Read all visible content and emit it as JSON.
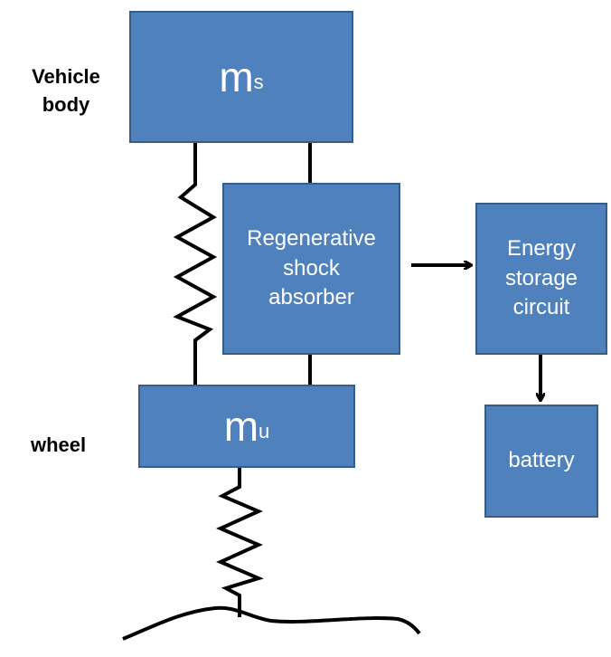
{
  "labels": {
    "vehicle_body_line1": "Vehicle",
    "vehicle_body_line2": "body",
    "wheel": "wheel"
  },
  "blocks": {
    "sprung_mass": {
      "symbol": "m",
      "subscript": "s"
    },
    "unsprung_mass": {
      "symbol": "m",
      "subscript": "u"
    },
    "shock_absorber": "Regenerative\nshock\nabsorber",
    "energy_storage": "Energy\nstorage\ncircuit",
    "battery": "battery"
  },
  "colors": {
    "box_fill": "#4f81bd",
    "box_border": "#385d8a",
    "box_text": "#ffffff",
    "lines": "#000000"
  }
}
